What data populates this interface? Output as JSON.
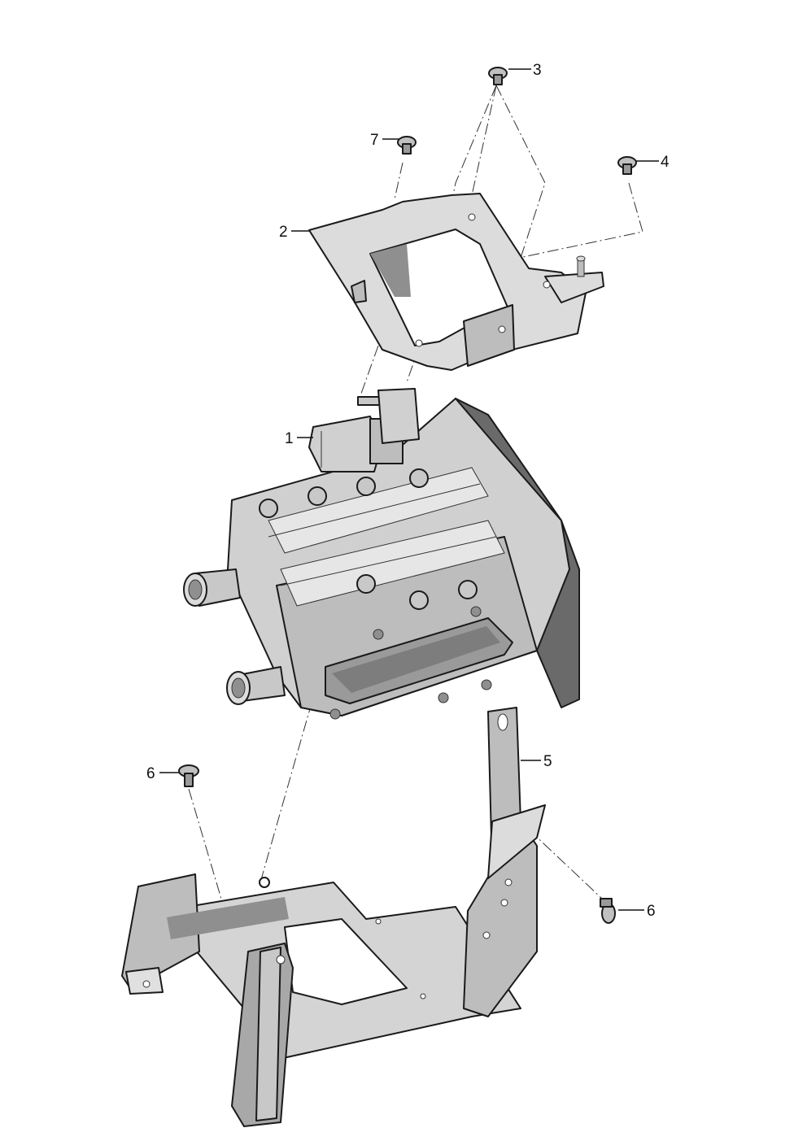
{
  "callouts": {
    "c1": "1",
    "c2": "2",
    "c3": "3",
    "c4": "4",
    "c5": "5",
    "c6a": "6",
    "c6b": "6",
    "c7": "7"
  },
  "colors": {
    "part_light": "#dcdcdc",
    "part_mid": "#bdbdbd",
    "part_dark": "#8f8f8f",
    "part_shadow": "#6a6a6a",
    "line": "#1a1a1a"
  },
  "icons": [
    "screw-icon",
    "connector-icon",
    "hose-spigot-icon"
  ]
}
